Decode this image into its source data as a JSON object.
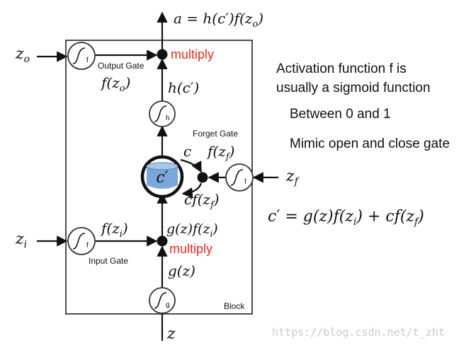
{
  "diagram": {
    "outputs": {
      "a_equation": "a = h(c′)f(z",
      "a_sub": "o",
      "a_close": ")"
    },
    "inputs": {
      "z_o": {
        "main": "z",
        "sub": "o"
      },
      "z_i": {
        "main": "z",
        "sub": "i"
      },
      "z_f": {
        "main": "z",
        "sub": "f"
      },
      "z": "z"
    },
    "gates": {
      "output_gate": "Output Gate",
      "input_gate": "Input Gate",
      "forget_gate": "Forget Gate",
      "block": "Block",
      "multiply_top": "multiply",
      "multiply_bottom": "multiply",
      "multiply_color": "#e8271e"
    },
    "node_labels": {
      "f": "f",
      "h": "h",
      "g": "g",
      "c_prime": "c′"
    },
    "terms": {
      "f_zo": {
        "pre": "f(z",
        "sub": "o",
        "post": ")"
      },
      "h_c": "h(c′)",
      "c": "c",
      "f_zf": {
        "pre": "f(z",
        "sub": "f",
        "post": ")"
      },
      "cf_zf": {
        "pre": "cf(z",
        "sub": "f",
        "post": ")"
      },
      "f_zi": {
        "pre": "f(z",
        "sub": "i",
        "post": ")"
      },
      "g_z_f_zi": {
        "pre": "g(z)f(z",
        "sub": "i",
        "post": ")"
      },
      "g_z": "g(z)"
    },
    "cell_fill": "#7ba7db"
  },
  "notes": {
    "line1": "Activation function f is",
    "line2": "usually a sigmoid function",
    "line3": "Between 0 and 1",
    "line4": "Mimic open and close gate"
  },
  "formula": {
    "c_prime": "c′",
    "eq": " = g(z)f(z",
    "sub_i": "i",
    "mid": ") + cf(z",
    "sub_f": "f",
    "end": ")"
  },
  "watermark": {
    "text": "https://blog.csdn.net/t_zht",
    "color": "#c9c9c9"
  }
}
